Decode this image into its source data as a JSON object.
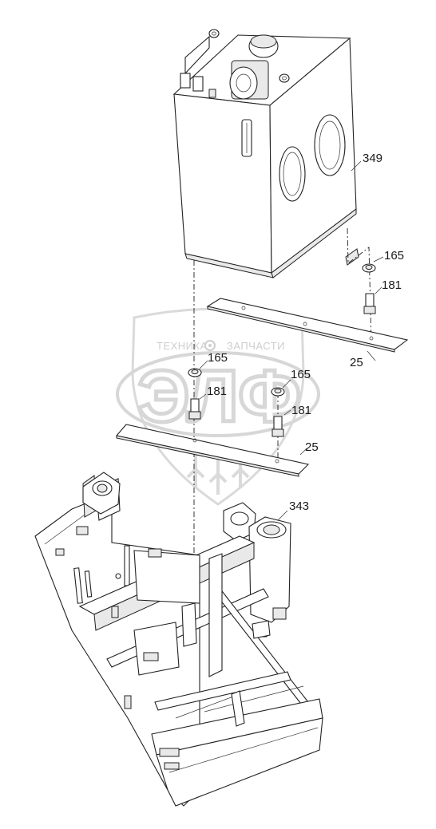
{
  "watermark": {
    "left_word": "ТЕХНИКА",
    "right_word": "ЗАПЧАСТИ",
    "logo_letters": "ЭЛФ",
    "gear_icon": "gear-icon",
    "wheat_icon": "wheat-icon"
  },
  "callouts": [
    {
      "id": "tank",
      "label": "349"
    },
    {
      "id": "washer-right",
      "label": "165"
    },
    {
      "id": "bolt-right",
      "label": "181"
    },
    {
      "id": "plate-upper",
      "label": "25"
    },
    {
      "id": "washer-left",
      "label": "165"
    },
    {
      "id": "bolt-left",
      "label": "181"
    },
    {
      "id": "washer-mid",
      "label": "165"
    },
    {
      "id": "bolt-mid",
      "label": "181"
    },
    {
      "id": "plate-lower",
      "label": "25"
    },
    {
      "id": "frame",
      "label": "343"
    }
  ]
}
